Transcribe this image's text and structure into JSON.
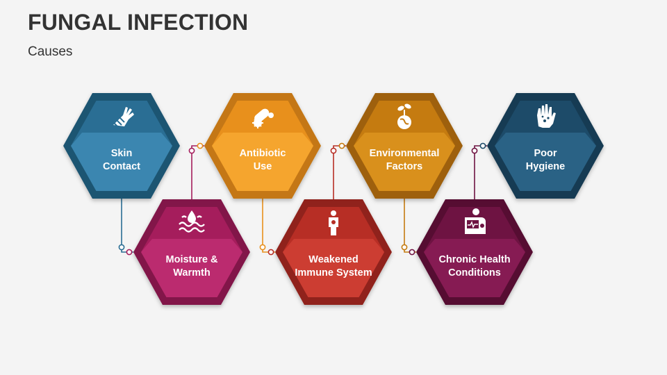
{
  "header": {
    "title": "FUNGAL INFECTION",
    "subtitle": "Causes"
  },
  "causes": [
    {
      "lines": [
        "Skin",
        "Contact"
      ],
      "icon": "hand-bandage-icon",
      "color": "#2a6e94",
      "light": "#3b86b0",
      "dark": "#1f5472"
    },
    {
      "lines": [
        "Antibiotic",
        "Use"
      ],
      "icon": "capsule-icon",
      "color": "#e8901c",
      "light": "#f5a52e",
      "dark": "#c47712"
    },
    {
      "lines": [
        "Environmental",
        "Factors"
      ],
      "icon": "globe-sprout-icon",
      "color": "#c57b10",
      "light": "#d9901c",
      "dark": "#9e600a"
    },
    {
      "lines": [
        "Poor",
        "Hygiene"
      ],
      "icon": "dirty-hand-icon",
      "color": "#1d4b69",
      "light": "#2a6285",
      "dark": "#163a52"
    },
    {
      "lines": [
        "Moisture &",
        "Warmth"
      ],
      "icon": "water-drops-icon",
      "color": "#a51d5c",
      "light": "#bb2b6f",
      "dark": "#82154a"
    },
    {
      "lines": [
        "Weakened",
        "Immune System"
      ],
      "icon": "sick-person-icon",
      "color": "#b72e25",
      "light": "#cc3d32",
      "dark": "#90231b"
    },
    {
      "lines": [
        "Chronic Health",
        "Conditions"
      ],
      "icon": "hospital-patient-icon",
      "color": "#6e1342",
      "light": "#861b53",
      "dark": "#560d33"
    }
  ],
  "connector_colors": [
    "#2a6e94",
    "#e8901c",
    "#c57b10",
    "#1d4b69",
    "#a51d5c",
    "#b72e25",
    "#6e1342"
  ]
}
